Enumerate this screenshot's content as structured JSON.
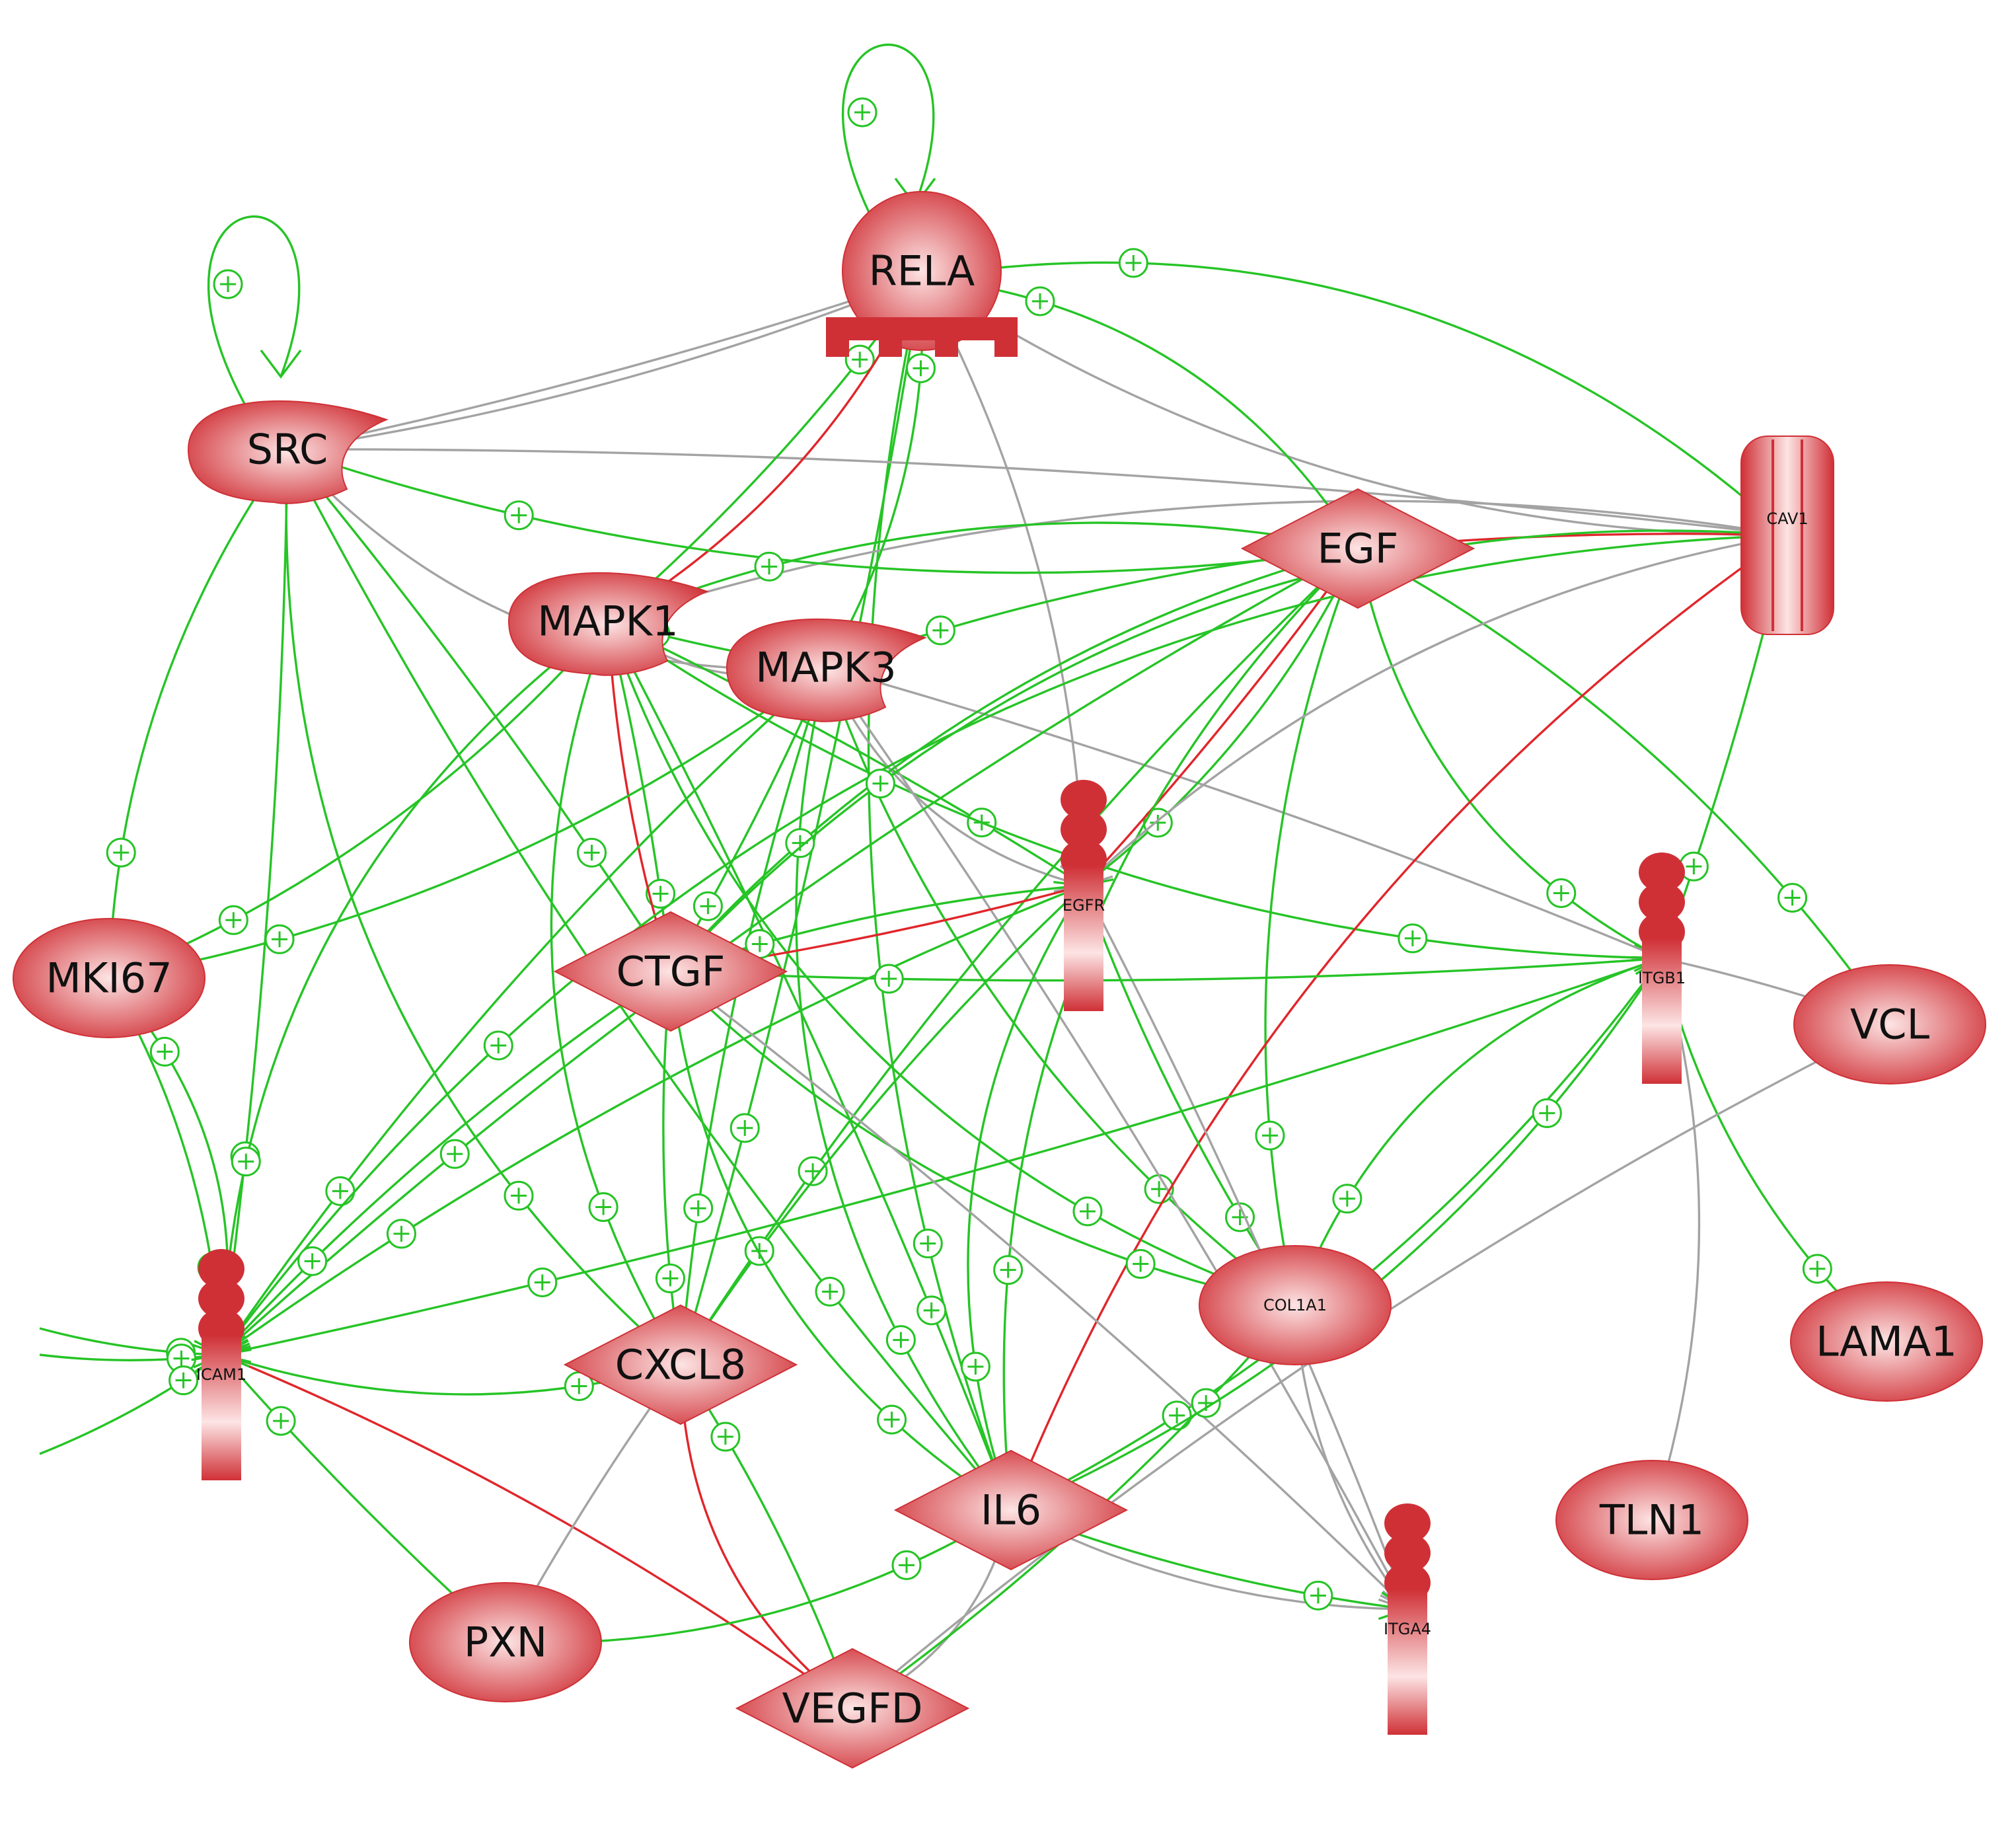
{
  "colors": {
    "activation": "#26c426",
    "inhibition": "#e0262b",
    "unknown": "#a3a3a3",
    "node_dark": "#cf3036",
    "node_light": "#fde4e4"
  },
  "nodes": [
    {
      "id": "RELA",
      "label": "RELA",
      "shape": "transcription-factor",
      "label_size": "large"
    },
    {
      "id": "SRC",
      "label": "SRC",
      "shape": "kinase",
      "label_size": "large"
    },
    {
      "id": "MAPK1",
      "label": "MAPK1",
      "shape": "kinase",
      "label_size": "large"
    },
    {
      "id": "MAPK3",
      "label": "MAPK3",
      "shape": "kinase",
      "label_size": "large"
    },
    {
      "id": "EGF",
      "label": "EGF",
      "shape": "growth-factor",
      "label_size": "large"
    },
    {
      "id": "CAV1",
      "label": "CAV1",
      "shape": "ion-channel",
      "label_size": "small"
    },
    {
      "id": "EGFR",
      "label": "EGFR",
      "shape": "receptor",
      "label_size": "small"
    },
    {
      "id": "ITGB1",
      "label": "ITGB1",
      "shape": "receptor",
      "label_size": "small"
    },
    {
      "id": "MKI67",
      "label": "MKI67",
      "shape": "other",
      "label_size": "large"
    },
    {
      "id": "CTGF",
      "label": "CTGF",
      "shape": "growth-factor",
      "label_size": "large"
    },
    {
      "id": "VCL",
      "label": "VCL",
      "shape": "other",
      "label_size": "large"
    },
    {
      "id": "ICAM1",
      "label": "ICAM1",
      "shape": "receptor",
      "label_size": "small"
    },
    {
      "id": "CXCL8",
      "label": "CXCL8",
      "shape": "cytokine",
      "label_size": "large"
    },
    {
      "id": "COL1A1",
      "label": "COL1A1",
      "shape": "other",
      "label_size": "small"
    },
    {
      "id": "LAMA1",
      "label": "LAMA1",
      "shape": "other",
      "label_size": "large"
    },
    {
      "id": "IL6",
      "label": "IL6",
      "shape": "cytokine",
      "label_size": "large"
    },
    {
      "id": "TLN1",
      "label": "TLN1",
      "shape": "other",
      "label_size": "large"
    },
    {
      "id": "ITGA4",
      "label": "ITGA4",
      "shape": "receptor",
      "label_size": "small"
    },
    {
      "id": "PXN",
      "label": "PXN",
      "shape": "other",
      "label_size": "large"
    },
    {
      "id": "VEGFD",
      "label": "VEGFD",
      "shape": "growth-factor",
      "label_size": "large"
    }
  ],
  "edges": [
    {
      "from": "RELA",
      "to": "RELA",
      "type": "activation"
    },
    {
      "from": "RELA",
      "to": "SRC",
      "type": "unknown"
    },
    {
      "from": "RELA",
      "to": "CAV1",
      "type": "unknown"
    },
    {
      "from": "RELA",
      "to": "EGFR",
      "type": "unknown"
    },
    {
      "from": "RELA",
      "to": "CXCL8",
      "type": "activation"
    },
    {
      "from": "RELA",
      "to": "IL6",
      "type": "activation"
    },
    {
      "from": "SRC",
      "to": "SRC",
      "type": "activation"
    },
    {
      "from": "SRC",
      "to": "RELA",
      "type": "unknown"
    },
    {
      "from": "SRC",
      "to": "MKI67",
      "type": "activation"
    },
    {
      "from": "SRC",
      "to": "MAPK3",
      "type": "unknown"
    },
    {
      "from": "SRC",
      "to": "CAV1",
      "type": "unknown"
    },
    {
      "from": "SRC",
      "to": "CTGF",
      "type": "activation"
    },
    {
      "from": "SRC",
      "to": "CXCL8",
      "type": "activation"
    },
    {
      "from": "SRC",
      "to": "ICAM1",
      "type": "activation"
    },
    {
      "from": "SRC",
      "to": "IL6",
      "type": "activation"
    },
    {
      "from": "MAPK1",
      "to": "RELA",
      "type": "activation"
    },
    {
      "from": "MAPK1",
      "to": "RELA",
      "type": "inhibition"
    },
    {
      "from": "MAPK1",
      "to": "MAPK3",
      "type": "unknown"
    },
    {
      "from": "MAPK1",
      "to": "MKI67",
      "type": "activation"
    },
    {
      "from": "MAPK1",
      "to": "CTGF",
      "type": "activation"
    },
    {
      "from": "MAPK1",
      "to": "CTGF",
      "type": "inhibition"
    },
    {
      "from": "MAPK1",
      "to": "EGFR",
      "type": "activation"
    },
    {
      "from": "MAPK1",
      "to": "ITGB1",
      "type": "activation"
    },
    {
      "from": "MAPK1",
      "to": "ICAM1",
      "type": "activation"
    },
    {
      "from": "MAPK1",
      "to": "CXCL8",
      "type": "activation"
    },
    {
      "from": "MAPK1",
      "to": "IL6",
      "type": "activation"
    },
    {
      "from": "MAPK1",
      "to": "COL1A1",
      "type": "activation"
    },
    {
      "from": "MAPK1",
      "to": "CAV1",
      "type": "unknown"
    },
    {
      "from": "MAPK3",
      "to": "RELA",
      "type": "activation"
    },
    {
      "from": "MAPK3",
      "to": "MAPK1",
      "type": "activation"
    },
    {
      "from": "MAPK3",
      "to": "MKI67",
      "type": "activation"
    },
    {
      "from": "MAPK3",
      "to": "CTGF",
      "type": "activation"
    },
    {
      "from": "MAPK3",
      "to": "EGFR",
      "type": "unknown"
    },
    {
      "from": "MAPK3",
      "to": "ITGB1",
      "type": "unknown"
    },
    {
      "from": "MAPK3",
      "to": "ICAM1",
      "type": "activation"
    },
    {
      "from": "MAPK3",
      "to": "CXCL8",
      "type": "activation"
    },
    {
      "from": "MAPK3",
      "to": "IL6",
      "type": "activation"
    },
    {
      "from": "MAPK3",
      "to": "COL1A1",
      "type": "activation"
    },
    {
      "from": "MAPK3",
      "to": "ITGA4",
      "type": "unknown"
    },
    {
      "from": "EGF",
      "to": "RELA",
      "type": "activation"
    },
    {
      "from": "EGF",
      "to": "SRC",
      "type": "activation"
    },
    {
      "from": "EGF",
      "to": "MAPK1",
      "type": "activation"
    },
    {
      "from": "EGF",
      "to": "MAPK3",
      "type": "activation"
    },
    {
      "from": "EGF",
      "to": "EGFR",
      "type": "activation"
    },
    {
      "from": "EGF",
      "to": "EGFR",
      "type": "inhibition"
    },
    {
      "from": "EGF",
      "to": "CAV1",
      "type": "inhibition"
    },
    {
      "from": "EGF",
      "to": "ITGB1",
      "type": "activation"
    },
    {
      "from": "EGF",
      "to": "VCL",
      "type": "activation"
    },
    {
      "from": "EGF",
      "to": "CTGF",
      "type": "activation"
    },
    {
      "from": "EGF",
      "to": "ICAM1",
      "type": "activation"
    },
    {
      "from": "EGF",
      "to": "CXCL8",
      "type": "activation"
    },
    {
      "from": "EGF",
      "to": "IL6",
      "type": "activation"
    },
    {
      "from": "EGF",
      "to": "COL1A1",
      "type": "activation"
    },
    {
      "from": "CAV1",
      "to": "RELA",
      "type": "activation"
    },
    {
      "from": "CAV1",
      "to": "ITGB1",
      "type": "activation"
    },
    {
      "from": "CAV1",
      "to": "EGFR",
      "type": "unknown"
    },
    {
      "from": "CAV1",
      "to": "IL6",
      "type": "inhibition"
    },
    {
      "from": "CAV1",
      "to": "ICAM1",
      "type": "activation"
    },
    {
      "from": "CAV1",
      "to": "CTGF",
      "type": "activation"
    },
    {
      "from": "EGFR",
      "to": "CTGF",
      "type": "inhibition"
    },
    {
      "from": "EGFR",
      "to": "CTGF",
      "type": "activation"
    },
    {
      "from": "EGFR",
      "to": "ICAM1",
      "type": "activation"
    },
    {
      "from": "EGFR",
      "to": "CXCL8",
      "type": "activation"
    },
    {
      "from": "EGFR",
      "to": "IL6",
      "type": "activation"
    },
    {
      "from": "EGFR",
      "to": "COL1A1",
      "type": "activation"
    },
    {
      "from": "EGFR",
      "to": "ITGA4",
      "type": "unknown"
    },
    {
      "from": "ITGB1",
      "to": "VCL",
      "type": "unknown"
    },
    {
      "from": "ITGB1",
      "to": "LAMA1",
      "type": "activation"
    },
    {
      "from": "ITGB1",
      "to": "CTGF",
      "type": "activation"
    },
    {
      "from": "ITGB1",
      "to": "COL1A1",
      "type": "activation"
    },
    {
      "from": "ITGB1",
      "to": "IL6",
      "type": "activation"
    },
    {
      "from": "ITGB1",
      "to": "ICAM1",
      "type": "activation"
    },
    {
      "from": "MKI67",
      "to": "ICAM1",
      "type": "activation"
    },
    {
      "from": "ICAM1",
      "to": "MKI67",
      "type": "activation"
    },
    {
      "from": "CTGF",
      "to": "ICAM1",
      "type": "activation"
    },
    {
      "from": "CTGF",
      "to": "CXCL8",
      "type": "activation"
    },
    {
      "from": "CTGF",
      "to": "IL6",
      "type": "activation"
    },
    {
      "from": "CTGF",
      "to": "COL1A1",
      "type": "activation"
    },
    {
      "from": "CTGF",
      "to": "ITGA4",
      "type": "unknown"
    },
    {
      "from": "CXCL8",
      "to": "VEGFD",
      "type": "inhibition"
    },
    {
      "from": "ICAM1",
      "to": "CXCL8",
      "type": "activation"
    },
    {
      "from": "VEGFD",
      "to": "ICAM1",
      "type": "inhibition"
    },
    {
      "from": "VEGFD",
      "to": "CXCL8",
      "type": "activation"
    },
    {
      "from": "VEGFD",
      "to": "IL6",
      "type": "unknown"
    },
    {
      "from": "VEGFD",
      "to": "COL1A1",
      "type": "activation"
    },
    {
      "from": "PXN",
      "to": "ICAM1",
      "type": "activation"
    },
    {
      "from": "PXN",
      "to": "CXCL8",
      "type": "unknown"
    },
    {
      "from": "PXN",
      "to": "IL6",
      "type": "activation"
    },
    {
      "from": "TLN1",
      "to": "ITGB1",
      "type": "unknown"
    },
    {
      "from": "VCL",
      "to": "VEGFD",
      "type": "unknown"
    },
    {
      "from": "ITGA4",
      "to": "IL6",
      "type": "unknown"
    },
    {
      "from": "COL1A1",
      "to": "ITGA4",
      "type": "unknown"
    },
    {
      "from": "IL6",
      "to": "ITGA4",
      "type": "activation"
    },
    {
      "from": "IL6",
      "to": "ITGB1",
      "type": "activation"
    }
  ],
  "off_canvas_edges": [
    {
      "to": "ICAM1",
      "type": "activation"
    },
    {
      "to": "ICAM1",
      "type": "activation"
    },
    {
      "to": "ICAM1",
      "type": "activation"
    }
  ]
}
